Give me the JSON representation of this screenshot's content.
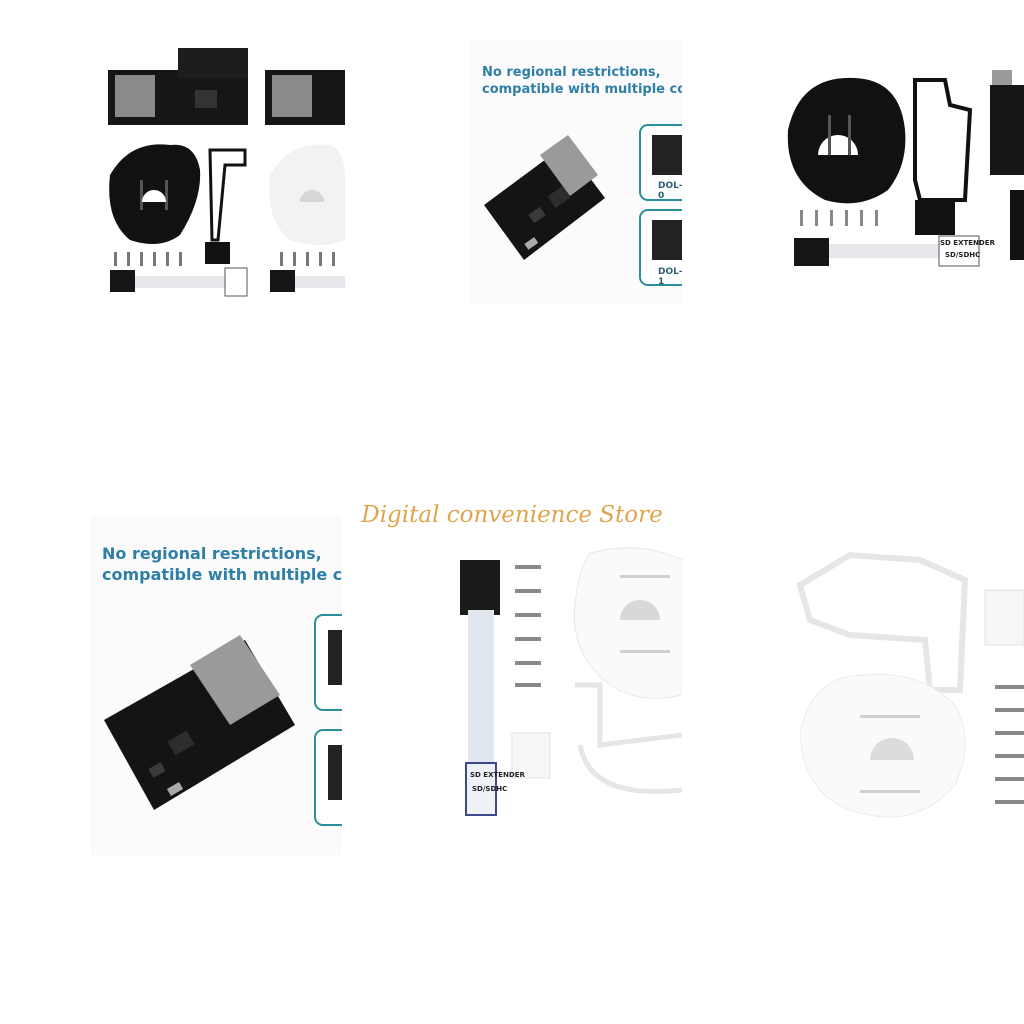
{
  "store_banner": "Digital convenience Store",
  "promo": {
    "line1": "No regional restrictions,",
    "line2_short": "compatible with multiple consol",
    "line2_cropped": "compatible with multiple cor"
  },
  "console_labels": {
    "top_a": "DOL-0",
    "top_b": "DOL-1"
  },
  "cable_label": {
    "line1": "SD EXTENDER",
    "line2": "SD/SDHC"
  },
  "colors": {
    "promo_text": "#2f7fa6",
    "store_text": "#e0a54c",
    "pcb": "#141414",
    "card_border": "#2a8f9a"
  }
}
